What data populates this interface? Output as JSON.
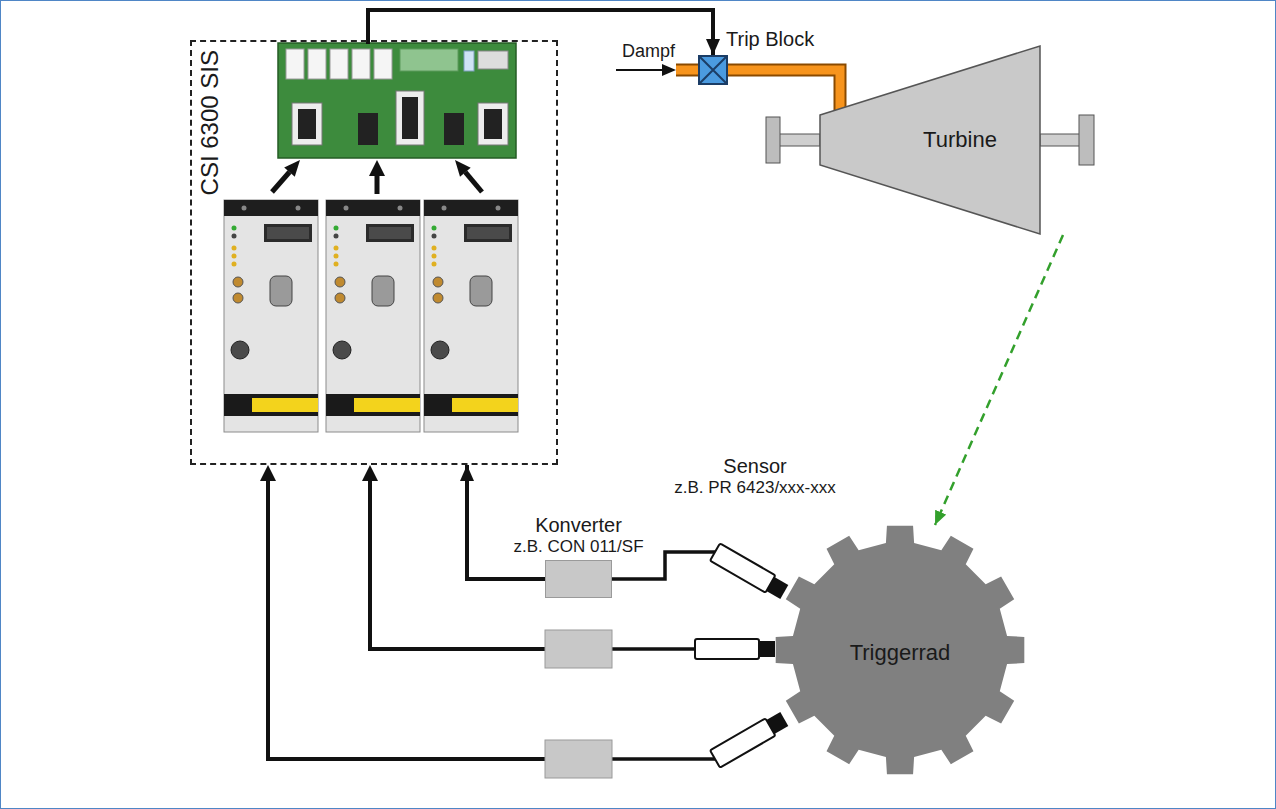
{
  "diagram": {
    "nodes": [
      {
        "text": [
          "CSI 6300 SIS"
        ]
      },
      {
        "text": [
          "Trip Block"
        ]
      },
      {
        "text": [
          "Turbine"
        ]
      },
      {
        "text": [
          "Konverter",
          "z.B. CON 011/SF"
        ]
      },
      {
        "text": [
          "Sensor",
          "z.B. PR 6423/xxx-xxx"
        ]
      },
      {
        "text": [
          "Triggerrad"
        ]
      }
    ],
    "edges": [
      {
        "from": 0,
        "to": 1,
        "arrow": "to"
      },
      {
        "from": 3,
        "to": 0,
        "arrow": "to"
      },
      {
        "from": 3,
        "to": 4,
        "arrow": "none"
      },
      {
        "from": 2,
        "to": 5,
        "arrow": "to"
      }
    ],
    "labels": [
      "Dampf"
    ]
  }
}
